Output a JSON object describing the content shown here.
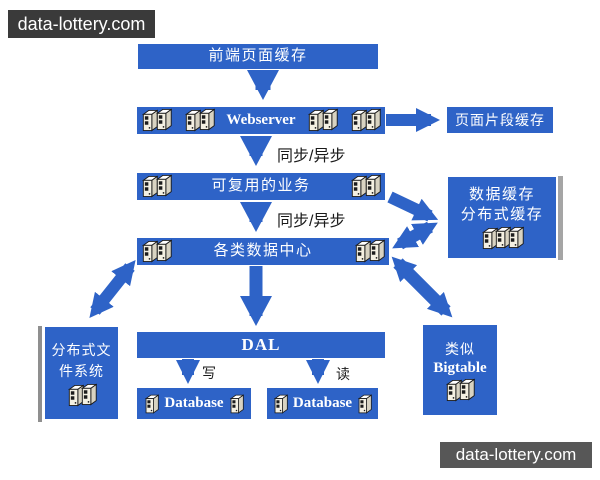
{
  "watermarks": {
    "top": "data-lottery.com",
    "bottom": "data-lottery.com"
  },
  "nodes": {
    "front_page_cache": {
      "label": "前端页面缓存"
    },
    "webserver": {
      "label": "Webserver"
    },
    "page_fragment_cache": {
      "label": "页面片段缓存"
    },
    "reusable_business": {
      "label": "可复用的业务"
    },
    "data_centers": {
      "label": "各类数据中心"
    },
    "data_cache": {
      "line1": "数据缓存",
      "line2": "分布式缓存"
    },
    "dal": {
      "label": "DAL"
    },
    "database_write": {
      "label": "Database"
    },
    "database_read": {
      "label": "Database"
    },
    "distributed_fs": {
      "line1": "分布式文",
      "line2": "件系统"
    },
    "bigtable": {
      "line1": "类似",
      "line2": "Bigtable"
    }
  },
  "edge_labels": {
    "sync_async_top": "同步/异步",
    "sync_async_bottom": "同步/异步",
    "write": "写",
    "read": "读"
  },
  "colors": {
    "node_blue": "#2e63c7",
    "arrow_blue": "#2e63c7",
    "watermark_top_bg": "#3a3a3a",
    "watermark_bottom_bg": "#575757",
    "node_text": "#ffffff",
    "edge_label_text": "#1a1a1a"
  },
  "icons": {
    "server": "server-tower-icon"
  }
}
